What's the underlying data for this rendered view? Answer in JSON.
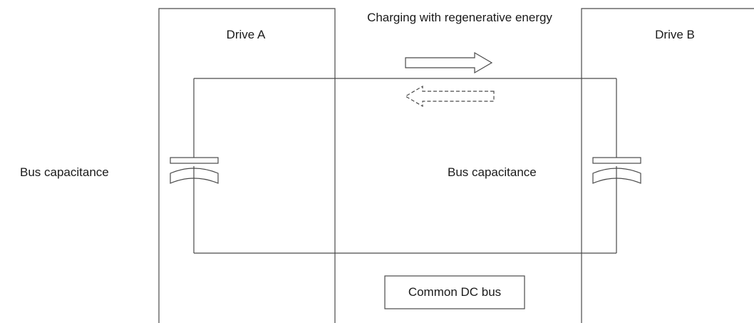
{
  "diagram": {
    "drive_a": {
      "label": "Drive A"
    },
    "drive_b": {
      "label": "Drive B"
    },
    "energy_flow": {
      "label": "Charging with regenerative energy"
    },
    "capacitor_a": {
      "label": "Bus capacitance"
    },
    "capacitor_b": {
      "label": "Bus capacitance"
    },
    "common_bus": {
      "label": "Common DC bus"
    }
  },
  "colors": {
    "line": "#4a4a4a",
    "text": "#1a1a1a",
    "background": "#ffffff"
  }
}
